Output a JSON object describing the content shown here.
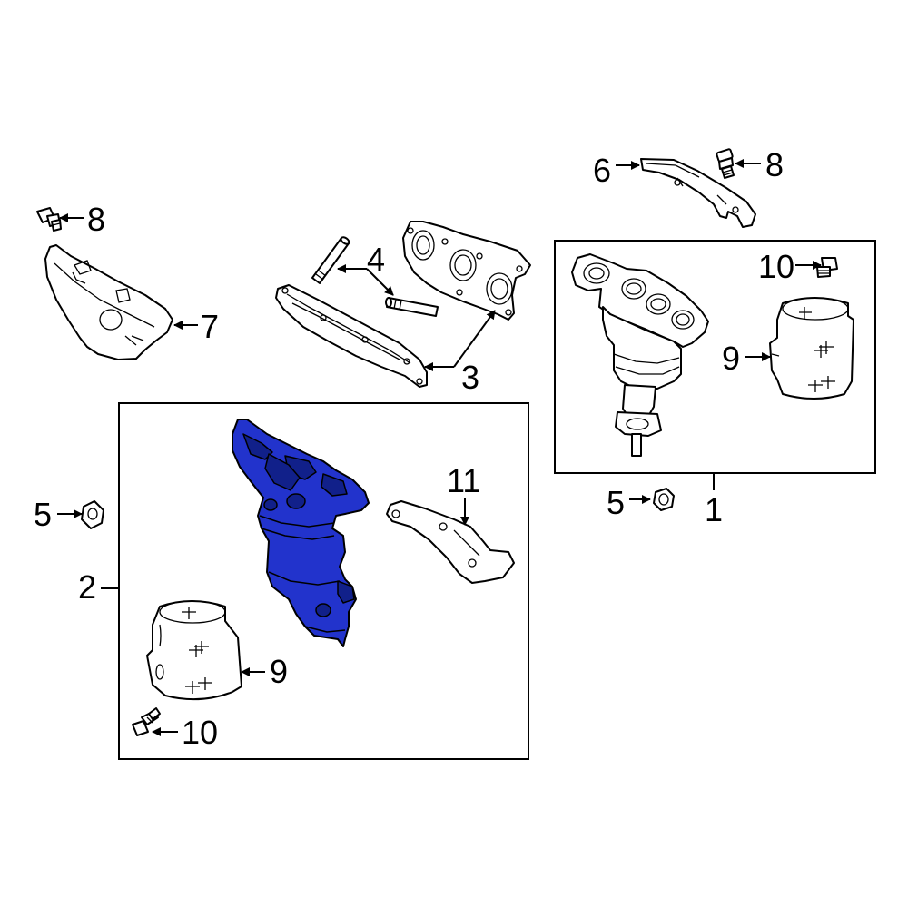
{
  "diagram": {
    "highlight_color": "#2233cc",
    "highlight_dark": "#11208a",
    "callouts": {
      "c8_top_right": "8",
      "c6": "6",
      "c8_left": "8",
      "c4": "4",
      "c7": "7",
      "c3": "3",
      "c10_right": "10",
      "c9_right": "9",
      "c5_right": "5",
      "c1": "1",
      "c11": "11",
      "c5_left": "5",
      "c2": "2",
      "c9_left": "9",
      "c10_left": "10"
    }
  }
}
